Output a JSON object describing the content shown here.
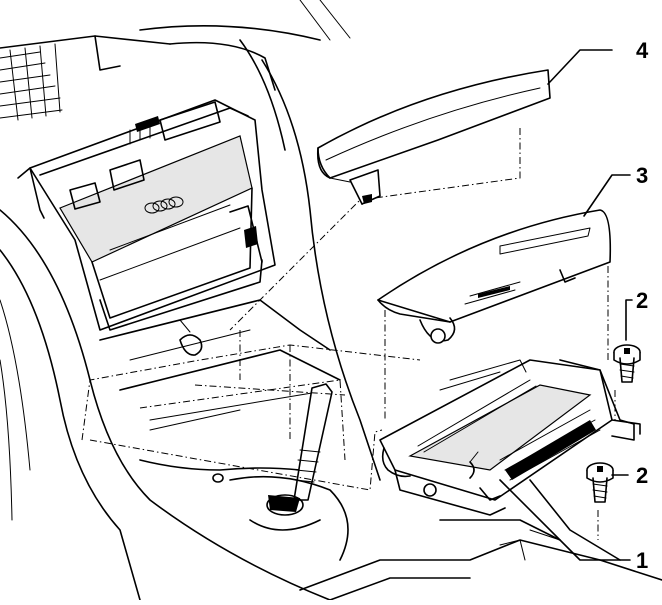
{
  "callouts": [
    {
      "id": "1",
      "label": "1"
    },
    {
      "id": "2a",
      "label": "2"
    },
    {
      "id": "2b",
      "label": "2"
    },
    {
      "id": "3",
      "label": "3"
    },
    {
      "id": "4",
      "label": "4"
    }
  ],
  "line_color": "#000000",
  "background": "#ffffff"
}
